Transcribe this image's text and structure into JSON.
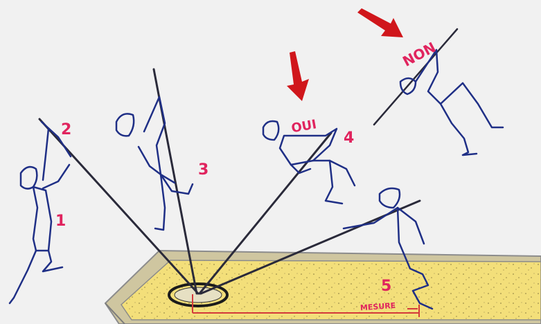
{
  "labels": {
    "figure_1": "1",
    "figure_2": "2",
    "figure_3": "3",
    "figure_4": "4",
    "figure_5": "5",
    "oui": "OUI",
    "non": "NON",
    "mesure": "MESURE"
  },
  "colors": {
    "background": "#f1f1f1",
    "label": "#e0245e",
    "arrow": "#d0161b",
    "figure_ink": "#1f2f86",
    "pit": "#f3df7a",
    "measure_line": "#d43a3a"
  },
  "icons": [
    "down-arrow-icon",
    "down-right-arrow-icon"
  ]
}
